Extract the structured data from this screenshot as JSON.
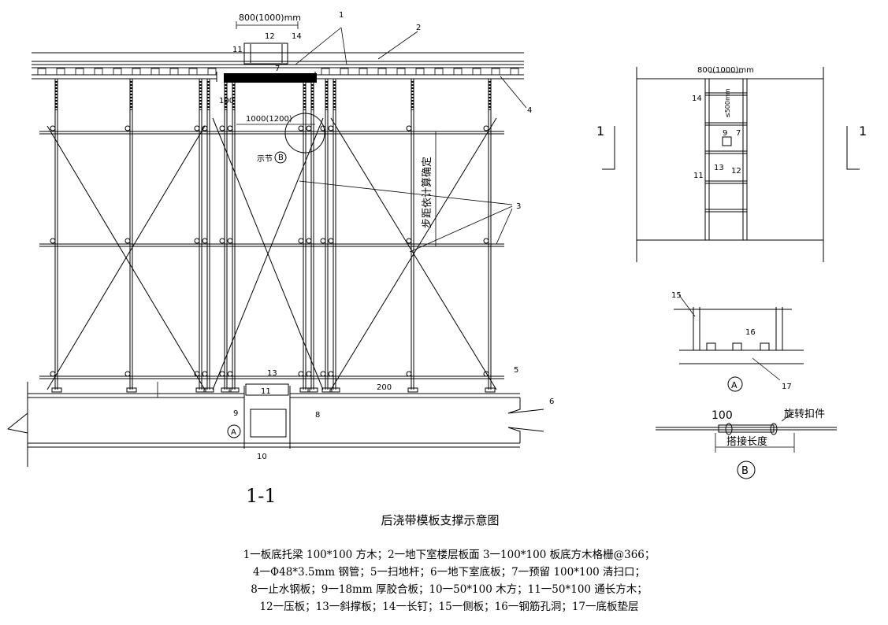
{
  "title": "后浇带模板支撑示意图",
  "section_label": "1-1",
  "main_section": {
    "dim_width": "800(1000)mm",
    "dim_gap": "1000(1200)",
    "dim_100": "100",
    "dim_200": "200",
    "vertical_note": "步距依计算确定",
    "detail_b_label": "示节",
    "markers": [
      "1",
      "2",
      "3",
      "4",
      "5",
      "6",
      "7",
      "8",
      "9",
      "10",
      "11",
      "12",
      "13",
      "14"
    ]
  },
  "plan_view": {
    "dim_width": "800(1000)mm",
    "spacing": "≤500mm",
    "cut_label": "1",
    "markers": [
      "14",
      "9",
      "7",
      "11",
      "13",
      "12"
    ]
  },
  "detail_a": {
    "label": "A",
    "markers": [
      "15",
      "16",
      "17"
    ]
  },
  "detail_b": {
    "label": "B",
    "dim": "100",
    "clamp": "旋转扣件",
    "lap": "搭接长度"
  },
  "legend_lines": [
    "1一板底托梁 100*100 方木；2一地下室楼层板面 3一100*100 板底方木格栅@366；",
    "4一Φ48*3.5mm 钢管；5一扫地杆；6一地下室底板；7一预留 100*100 清扫口；",
    "8一止水钢板；9一18mm 厚胶合板；10一50*100 木方；11一50*100 通长方木；",
    "12一压板；13一斜撑板；14一长钉；15一侧板；16一钢筋孔洞；17一底板垫层"
  ]
}
